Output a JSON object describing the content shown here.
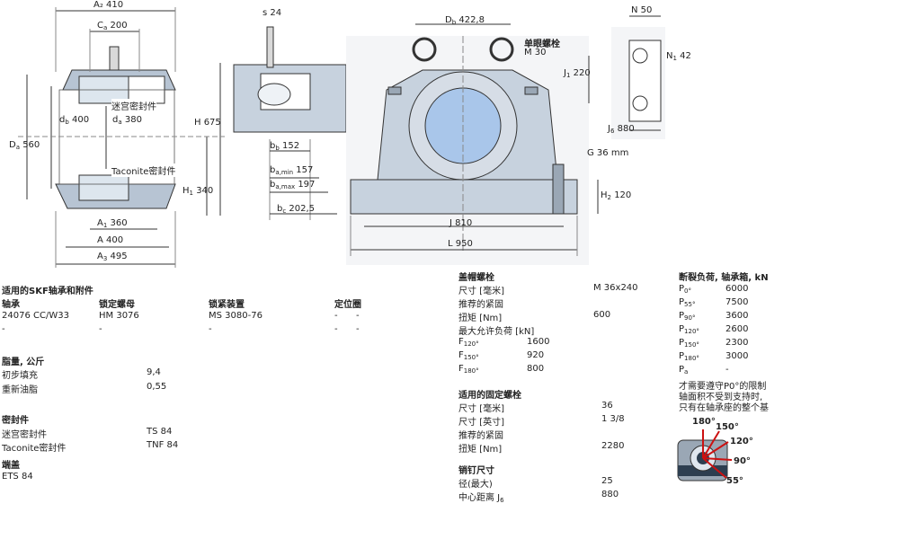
{
  "drawing": {
    "A2": "A₂  410",
    "Ca": "C",
    "Ca_val": "200",
    "s": "s  24",
    "Db": "D",
    "Db_val": "422,8",
    "eyebolt_title": "单眼螺栓",
    "eyebolt_size": "M 30",
    "N": "N  50",
    "N1": "N",
    "N1_val": "42",
    "J1": "J",
    "J1_val": "220",
    "J6": "J",
    "J6_val": "880",
    "db": "d",
    "db_val": "400",
    "da": "d",
    "da_val": "380",
    "Da": "D",
    "Da_val": "560",
    "H": "H  675",
    "H1": "H",
    "H1_val": "340",
    "H2": "H",
    "H2_val": "120",
    "bb": "b",
    "bb_val": "152",
    "bamin": "b",
    "bamin_val": "157",
    "bamax": "b",
    "bamax_val": "197",
    "bc": "b",
    "bc_val": "202,5",
    "G": "G  36 mm",
    "J": "J  810",
    "L": "L  950",
    "A1": "A",
    "A1_val": "360",
    "A": "A  400",
    "A3": "A",
    "A3_val": "495",
    "labyrinth": "迷宫密封件",
    "taconite": "Taconite密封件",
    "sub_2": "2",
    "sub_a": "a",
    "sub_b": "b",
    "sub_1": "1",
    "sub_6": "6",
    "sub_c": "c",
    "sub_3": "3",
    "sub_amin": "a,min",
    "sub_amax": "a,max"
  },
  "left": {
    "title": "适用的SKF轴承和附件",
    "headers": [
      "轴承",
      "锁定螺母",
      "锁紧装置",
      "定位圈"
    ],
    "rows": [
      [
        "24076 CC/W33",
        "HM 3076",
        "MS 3080-76",
        "-",
        "-"
      ],
      [
        "-",
        "-",
        "-",
        "-",
        "-"
      ]
    ],
    "grease_title": "脂量, 公斤",
    "grease_rows": [
      [
        "初步填充",
        "9,4"
      ],
      [
        "重新油脂",
        "0,55"
      ]
    ],
    "seals_title": "密封件",
    "seals_rows": [
      [
        "迷宫密封件",
        "TS 84"
      ],
      [
        "Taconite密封件",
        "TNF 84"
      ]
    ],
    "endcap_title": "端盖",
    "endcap_value": "ETS 84"
  },
  "middle": {
    "capbolt_title": "盖帽螺栓",
    "capbolt_rows": [
      [
        "尺寸 [毫米]",
        "M 36x240"
      ],
      [
        "推荐的紧固",
        ""
      ],
      [
        "扭矩 [Nm]",
        "600"
      ]
    ],
    "allowed_title": "最大允许负荷 [kN]",
    "f_rows": [
      [
        "F",
        "120°",
        "1600"
      ],
      [
        "F",
        "150°",
        "920"
      ],
      [
        "F",
        "180°",
        "800"
      ]
    ],
    "fixbolt_title": "适用的固定螺栓",
    "fixbolt_rows": [
      [
        "尺寸 [毫米]",
        "36"
      ],
      [
        "尺寸 [英寸]",
        "1 3/8"
      ],
      [
        "推荐的紧固",
        ""
      ],
      [
        "扭矩 [Nm]",
        "2280"
      ]
    ],
    "dowel_title": "销钉尺寸",
    "dowel_rows": [
      [
        "径(最大)",
        "25"
      ],
      [
        "中心距离 J",
        "880"
      ]
    ],
    "dowel_sub": "6"
  },
  "right": {
    "title": "断裂负荷, 轴承箱, kN",
    "p_rows": [
      [
        "P",
        "0°",
        "6000"
      ],
      [
        "P",
        "55°",
        "7500"
      ],
      [
        "P",
        "90°",
        "3600"
      ],
      [
        "P",
        "120°",
        "2600"
      ],
      [
        "P",
        "150°",
        "2300"
      ],
      [
        "P",
        "180°",
        "3000"
      ],
      [
        "P",
        "a",
        "-"
      ]
    ],
    "note": [
      "才需要遵守P0°的限制",
      "轴面积不受到支持时,",
      "只有在轴承座的整个基"
    ],
    "angles": [
      "180°",
      "150°",
      "120°",
      "90°",
      "55°"
    ],
    "colors": {
      "arrow": "#cc1111",
      "housing": "#9aa7b5",
      "base": "#2d3e50"
    }
  }
}
